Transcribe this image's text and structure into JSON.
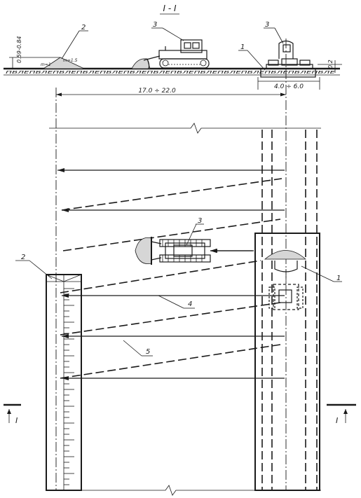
{
  "section_title": "I - I",
  "labels": {
    "soil_spoil": "2",
    "dozer_side": "3",
    "trench_machine_side": "3",
    "trench_side": "1",
    "dozer_plan": "3",
    "spoil_plan": "2",
    "trench_plan": "1",
    "path_4": "4",
    "path_5": "5",
    "slope_m1": "m=1",
    "slope_m15": "m=1.5"
  },
  "dimensions": {
    "height_range": "0.59-0.84",
    "depth": "0.2",
    "trench_width": "4.0 ÷ 6.0",
    "haul_distance": "17.0 ÷ 22.0"
  },
  "section_marks": {
    "left": "I",
    "right": "I"
  },
  "ground_hatch_text": "ПВЛЕПВЛЕПВЛЕПВЛЕПВЛЕПВЛЕПВЛЕПВЛЕПВЛЕПВЛЕПВЛЕПВЛЕПВЛЕПВЛЕ"
}
